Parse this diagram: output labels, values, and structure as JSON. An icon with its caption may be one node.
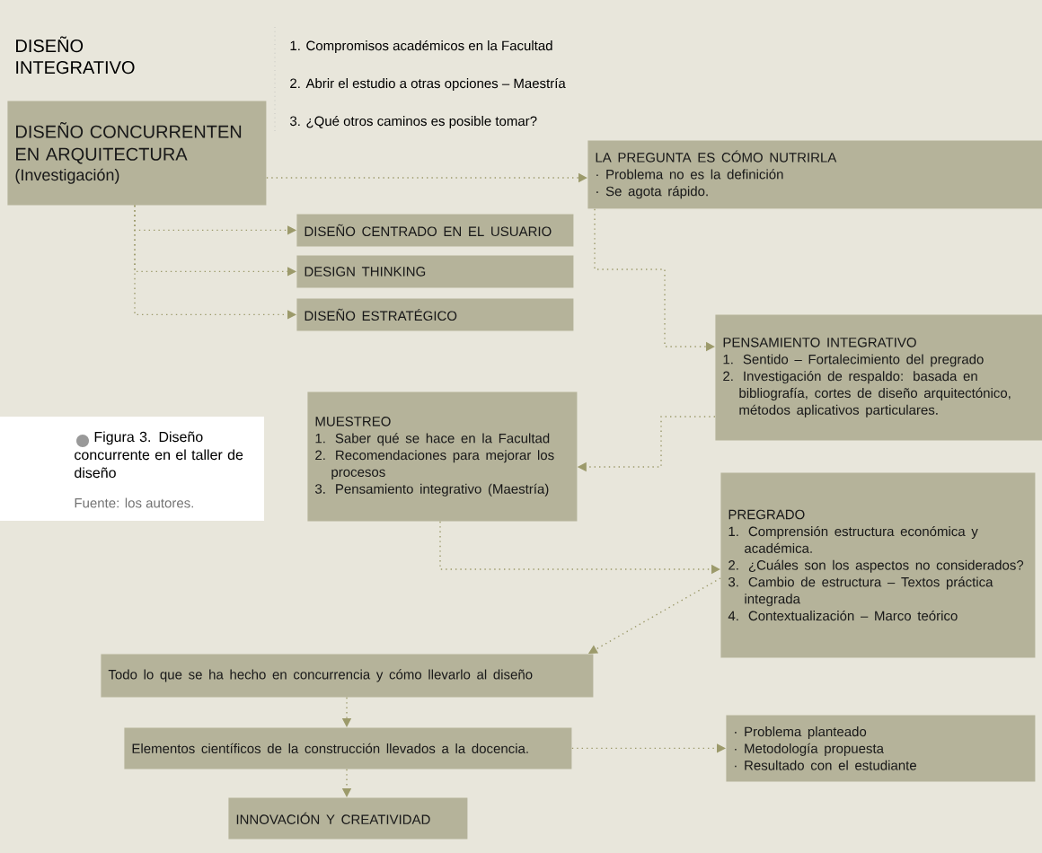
{
  "diagram": {
    "title": "DISEÑO INTEGRATIVO",
    "caption": "Figura 3. Diseño concurrente en el taller de diseño",
    "nodes": [
      {
        "text": [
          "DISEÑO CONCURRENTEN EN ARQUITECTURA",
          "(Investigación)"
        ]
      },
      {
        "text": [
          "LA PREGUNTA ES CÓMO NUTRIRLA",
          "· Problema no es la definición",
          "· Se agota rápido."
        ]
      },
      {
        "text": [
          "DISEÑO CENTRADO EN EL USUARIO"
        ]
      },
      {
        "text": [
          "DESIGN THINKING"
        ]
      },
      {
        "text": [
          "DISEÑO ESTRATÉGICO"
        ]
      },
      {
        "text": [
          "PENSAMIENTO INTEGRATIVO",
          "1. Sentido – Fortalecimiento del pregrado",
          "2. Investigación de respaldo: basada en bibliografía, cortes de diseño arquitectónico, métodos aplicativos particulares."
        ]
      },
      {
        "text": [
          "MUESTREO",
          "1. Saber qué se hace en la Facultad",
          "2. Recomendaciones para mejorar los procesos",
          "3. Pensamiento integrativo (Maestría)"
        ]
      },
      {
        "text": [
          "PREGRADO",
          "1. Comprensión estructura económica y académica.",
          "2. ¿Cuáles son los aspectos no considerados?",
          "3. Cambio de estructura – Textos práctica integrada",
          "4. Contextualización – Marco teórico"
        ]
      },
      {
        "text": [
          "Todo lo que se ha hecho en concurrencia y cómo llevarlo al diseño"
        ]
      },
      {
        "text": [
          "Elementos científicos de la construcción llevados a la docencia."
        ]
      },
      {
        "text": [
          "· Problema planteado",
          "· Metodología propuesta",
          "· Resultado con el estudiante"
        ]
      },
      {
        "text": [
          "INNOVACIÓN Y CREATIVIDAD"
        ]
      }
    ],
    "edges": [
      {
        "from": 0,
        "to": 1,
        "arrow": "to"
      },
      {
        "from": 0,
        "to": 2,
        "arrow": "to"
      },
      {
        "from": 0,
        "to": 3,
        "arrow": "to"
      },
      {
        "from": 0,
        "to": 4,
        "arrow": "to"
      },
      {
        "from": 1,
        "to": 5,
        "arrow": "to"
      },
      {
        "from": 5,
        "to": 6,
        "arrow": "to"
      },
      {
        "from": 6,
        "to": 7,
        "arrow": "to"
      },
      {
        "from": 7,
        "to": 8,
        "arrow": "to"
      },
      {
        "from": 8,
        "to": 9,
        "arrow": "to"
      },
      {
        "from": 9,
        "to": 10,
        "arrow": "to"
      },
      {
        "from": 9,
        "to": 11,
        "arrow": "to"
      }
    ],
    "labels": [
      "1. Compromisos académicos en la Facultad",
      "2. Abrir el estudio a otras opciones – Maestría",
      "3. ¿Qué otros caminos es posible tomar?",
      "Fuente: los autores."
    ]
  }
}
